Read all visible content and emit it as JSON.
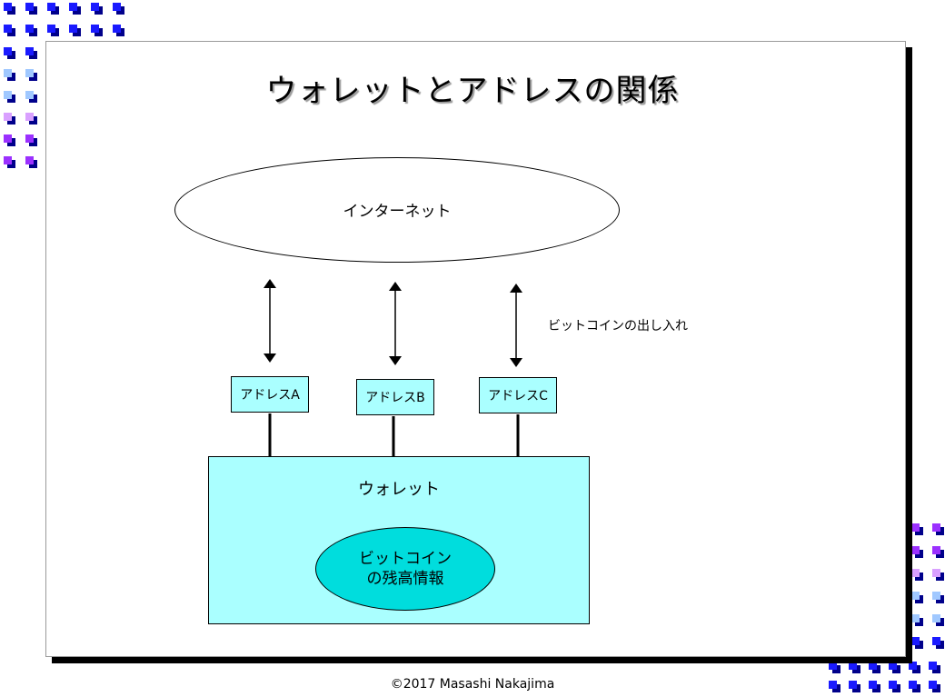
{
  "title": "ウォレットとアドレスの関係",
  "internet_label": "インターネット",
  "side_note": "ビットコインの出し入れ",
  "addresses": [
    "アドレスA",
    "アドレスB",
    "アドレスC"
  ],
  "wallet_label": "ウォレット",
  "balance_lines": [
    "ビットコイン",
    "の残高情報"
  ],
  "copyright": "©2017 Masashi Nakajima",
  "colors": {
    "box_fill": "#aaffff",
    "balance_fill": "#00dddd",
    "deco_blue": "#1a1aff",
    "deco_navy": "#00008b",
    "deco_purple": "#9b30ff",
    "deco_light_purple": "#d9a0ff",
    "deco_light_blue": "#a0c8ff"
  }
}
